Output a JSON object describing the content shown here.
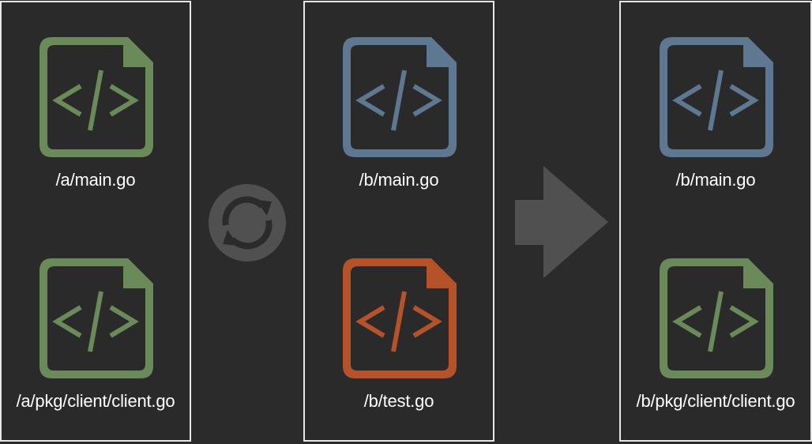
{
  "colors": {
    "background": "#2b2b2b",
    "panel_border": "#e6e6e6",
    "source_file": "#6a8a5a",
    "target_file": "#5f7891",
    "new_file": "#b5522a",
    "connector": "#505050"
  },
  "panels": [
    {
      "files": [
        {
          "label": "/a/main.go",
          "icon": "code-file-icon",
          "color": "#6a8a5a"
        },
        {
          "label": "/a/pkg/client/client.go",
          "icon": "code-file-icon",
          "color": "#6a8a5a"
        }
      ]
    },
    {
      "files": [
        {
          "label": "/b/main.go",
          "icon": "code-file-icon",
          "color": "#5f7891"
        },
        {
          "label": "/b/test.go",
          "icon": "code-file-icon",
          "color": "#b5522a"
        }
      ]
    },
    {
      "files": [
        {
          "label": "/b/main.go",
          "icon": "code-file-icon",
          "color": "#5f7891"
        },
        {
          "label": "/b/pkg/client/client.go",
          "icon": "code-file-icon",
          "color": "#6a8a5a"
        }
      ]
    }
  ],
  "connectors": [
    {
      "icon": "sync-icon"
    },
    {
      "icon": "right-arrow-icon"
    }
  ]
}
